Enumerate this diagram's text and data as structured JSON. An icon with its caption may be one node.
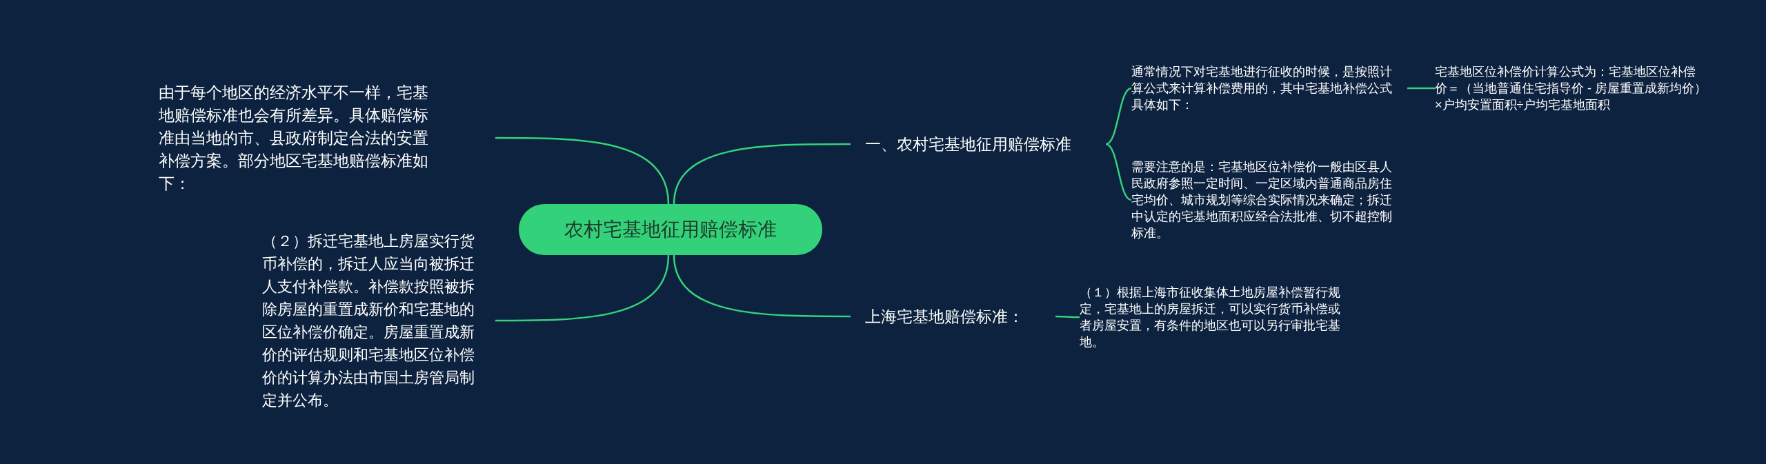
{
  "diagram": {
    "nodes": [
      {
        "text": [
          "农村宅基地征用赔偿标准"
        ]
      },
      {
        "text": [
          "由于每个地区的经济水平不一样，宅基地赔偿标准也会有所差异。具体赔偿标准由当地的市、县政府制定合法的安置补偿方案。部分地区宅基地赔偿标准如下："
        ]
      },
      {
        "text": [
          "（２）拆迁宅基地上房屋实行货币补偿的，拆迁人应当向被拆迁人支付补偿款。补偿款按照被拆除房屋的重置成新价和宅基地的区位补偿价确定。房屋重置成新价的评估规则和宅基地区位补偿价的计算办法由市国土房管局制定并公布。"
        ]
      },
      {
        "text": [
          "一、农村宅基地征用赔偿标准"
        ]
      },
      {
        "text": [
          "通常情况下对宅基地进行征收的时候，是按照计算公式来计算补偿费用的，其中宅基地补偿公式具体如下："
        ]
      },
      {
        "text": [
          "宅基地区位补偿价计算公式为：宅基地区位补偿价＝（当地普通住宅指导价 - 房屋重置成新均价）×户均安置面积÷户均宅基地面积"
        ]
      },
      {
        "text": [
          "需要注意的是：宅基地区位补偿价一般由区县人民政府参照一定时间、一定区域内普通商品房住宅均价、城市规划等综合实际情况来确定；拆迁中认定的宅基地面积应经合法批准、切不超控制标准。"
        ]
      },
      {
        "text": [
          "上海宅基地赔偿标准："
        ]
      },
      {
        "text": [
          "（１）根据上海市征收集体土地房屋补偿暂行规定，宅基地上的房屋拆迁，可以实行货币补偿或者房屋安置，有条件的地区也可以另行审批宅基地。"
        ]
      }
    ],
    "edges": [
      {
        "from": 0,
        "to": 1,
        "arrow": "none"
      },
      {
        "from": 0,
        "to": 2,
        "arrow": "none"
      },
      {
        "from": 0,
        "to": 3,
        "arrow": "none"
      },
      {
        "from": 3,
        "to": 4,
        "arrow": "none"
      },
      {
        "from": 4,
        "to": 5,
        "arrow": "none"
      },
      {
        "from": 3,
        "to": 6,
        "arrow": "none"
      },
      {
        "from": 0,
        "to": 7,
        "arrow": "none"
      },
      {
        "from": 7,
        "to": 8,
        "arrow": "none"
      }
    ]
  }
}
